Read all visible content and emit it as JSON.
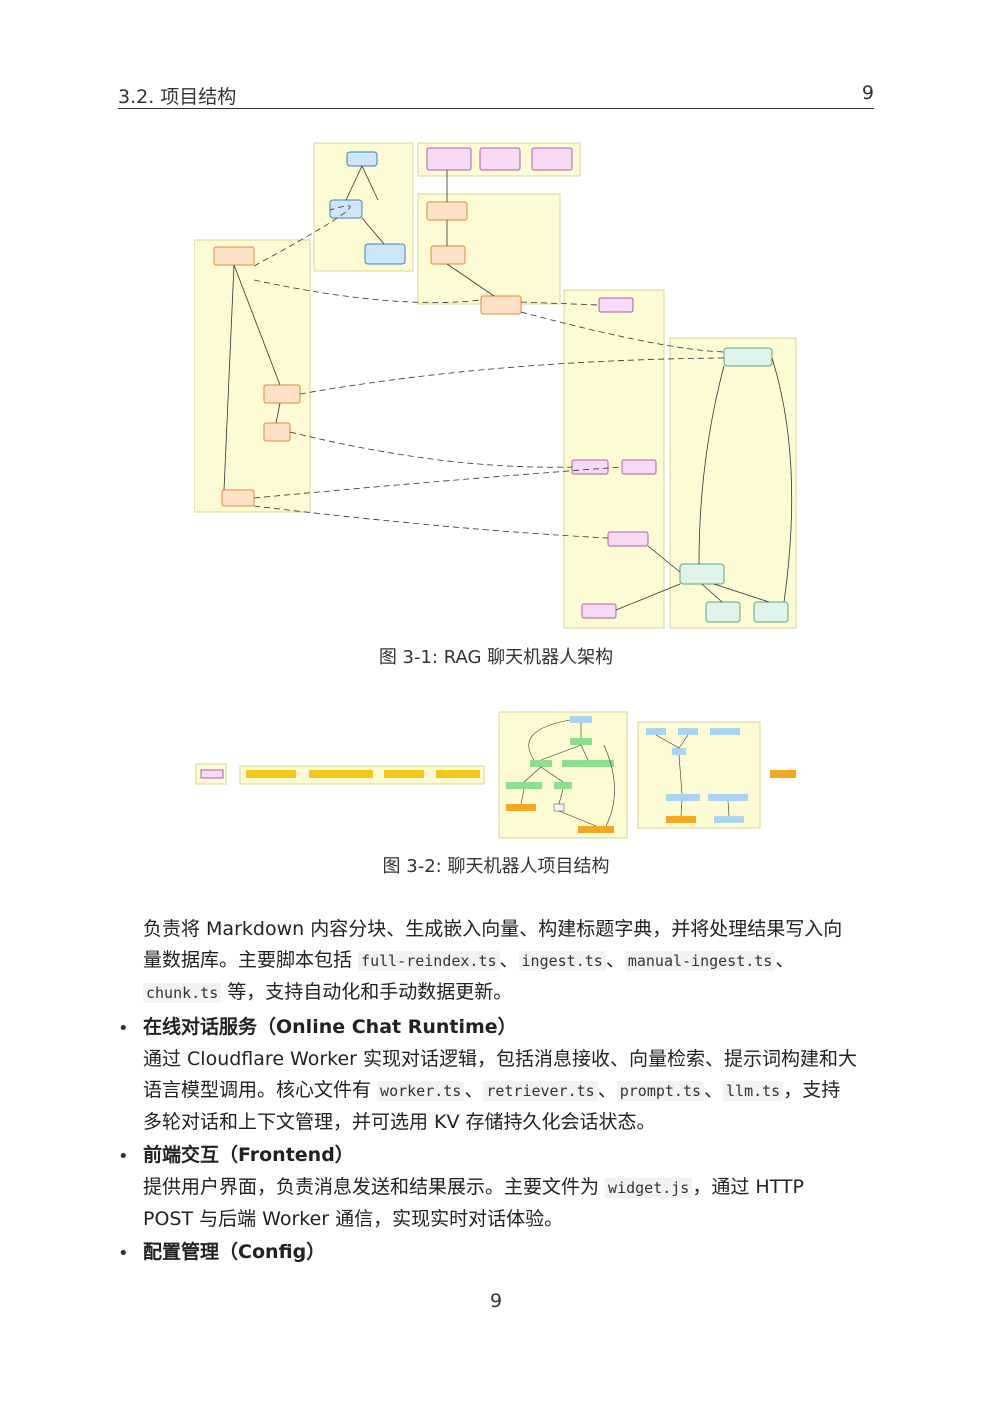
{
  "header": {
    "section": "3.2.  项目结构",
    "page": "9"
  },
  "figure1": {
    "caption": "图 3-1: RAG 聊天机器人架构"
  },
  "figure2": {
    "caption": "图 3-2: 聊天机器人项目结构"
  },
  "intro": {
    "t1": "负责将 Markdown 内容分块、生成嵌入向量、构建标题字典，并将处理结果写入向",
    "t2": "量数据库。主要脚本包括 ",
    "c1": "full-reindex.ts",
    "s1": "、",
    "c2": "ingest.ts",
    "s2": "、",
    "c3": "manual-ingest.ts",
    "s3": "、",
    "c4": "chunk.ts",
    "t3": " 等，支持自动化和手动数据更新。"
  },
  "items": [
    {
      "bullet": "•",
      "title": "在线对话服务（Online Chat Runtime）"
    },
    {
      "bullet": "•",
      "title": "前端交互（Frontend）"
    },
    {
      "bullet": "•",
      "title": "配置管理（Config）"
    }
  ],
  "runtime": {
    "t1": "通过 Cloudflare Worker 实现对话逻辑，包括消息接收、向量检索、提示词构建和大",
    "t2": "语言模型调用。核心文件有 ",
    "c1": "worker.ts",
    "s1": "、",
    "c2": "retriever.ts",
    "s2": "、",
    "c3": "prompt.ts",
    "s3": "、",
    "c4": "llm.ts",
    "t3": "，支持",
    "t4": "多轮对话和上下文管理，并可选用 KV 存储持久化会话状态。"
  },
  "frontend": {
    "t1": "提供用户界面，负责消息发送和结果展示。主要文件为 ",
    "c1": "widget.js",
    "t2": "，通过 HTTP",
    "t3": "POST 与后端 Worker 通信，实现实时对话体验。"
  },
  "footer": {
    "page": "9"
  },
  "colors": {
    "yellow": "#fdfbd3",
    "orange": "#f5a623",
    "pink": "#f9d9f0",
    "green": "#8be08b",
    "blue": "#a9d4ef",
    "mint": "#dff3ea"
  }
}
